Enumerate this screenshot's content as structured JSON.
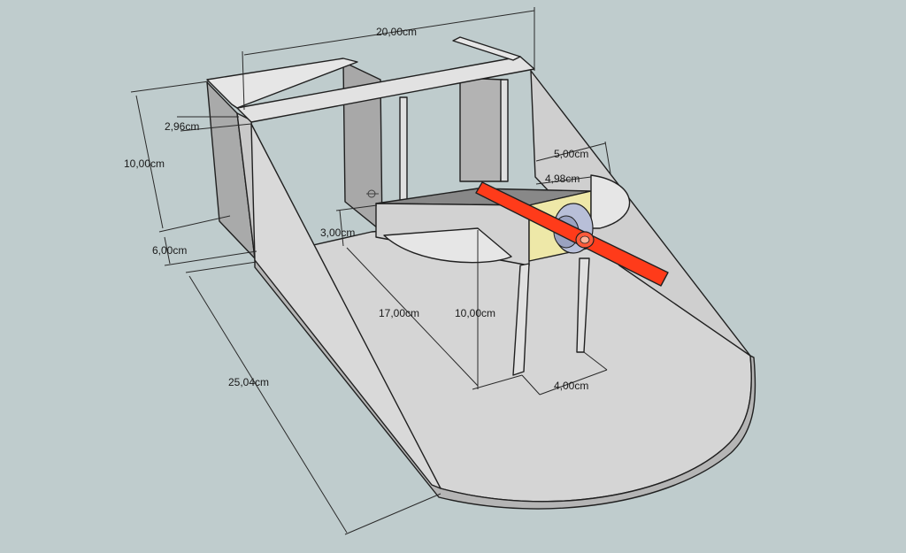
{
  "colors": {
    "background": "#bfcccd",
    "panel": "#d6d6d6",
    "panel_dark": "#a9aaaa",
    "panel_light": "#e4e4e4",
    "propeller": "#ff3b1a",
    "motor": "#b8bfd8",
    "mount": "#eee8a8"
  },
  "icons": [
    "axes-origin-icon"
  ],
  "dimensions": {
    "top_width": "20,00cm",
    "front_thickness": "2,96cm",
    "front_height": "10,00cm",
    "front_gap": "6,00cm",
    "side_length": "25,04cm",
    "inner_small": "3,00cm",
    "inner_length": "17,00cm",
    "inner_height": "10,00cm",
    "rear_depth": "4,00cm",
    "mount_width": "5,00cm",
    "mount_offset": "4,98cm"
  }
}
